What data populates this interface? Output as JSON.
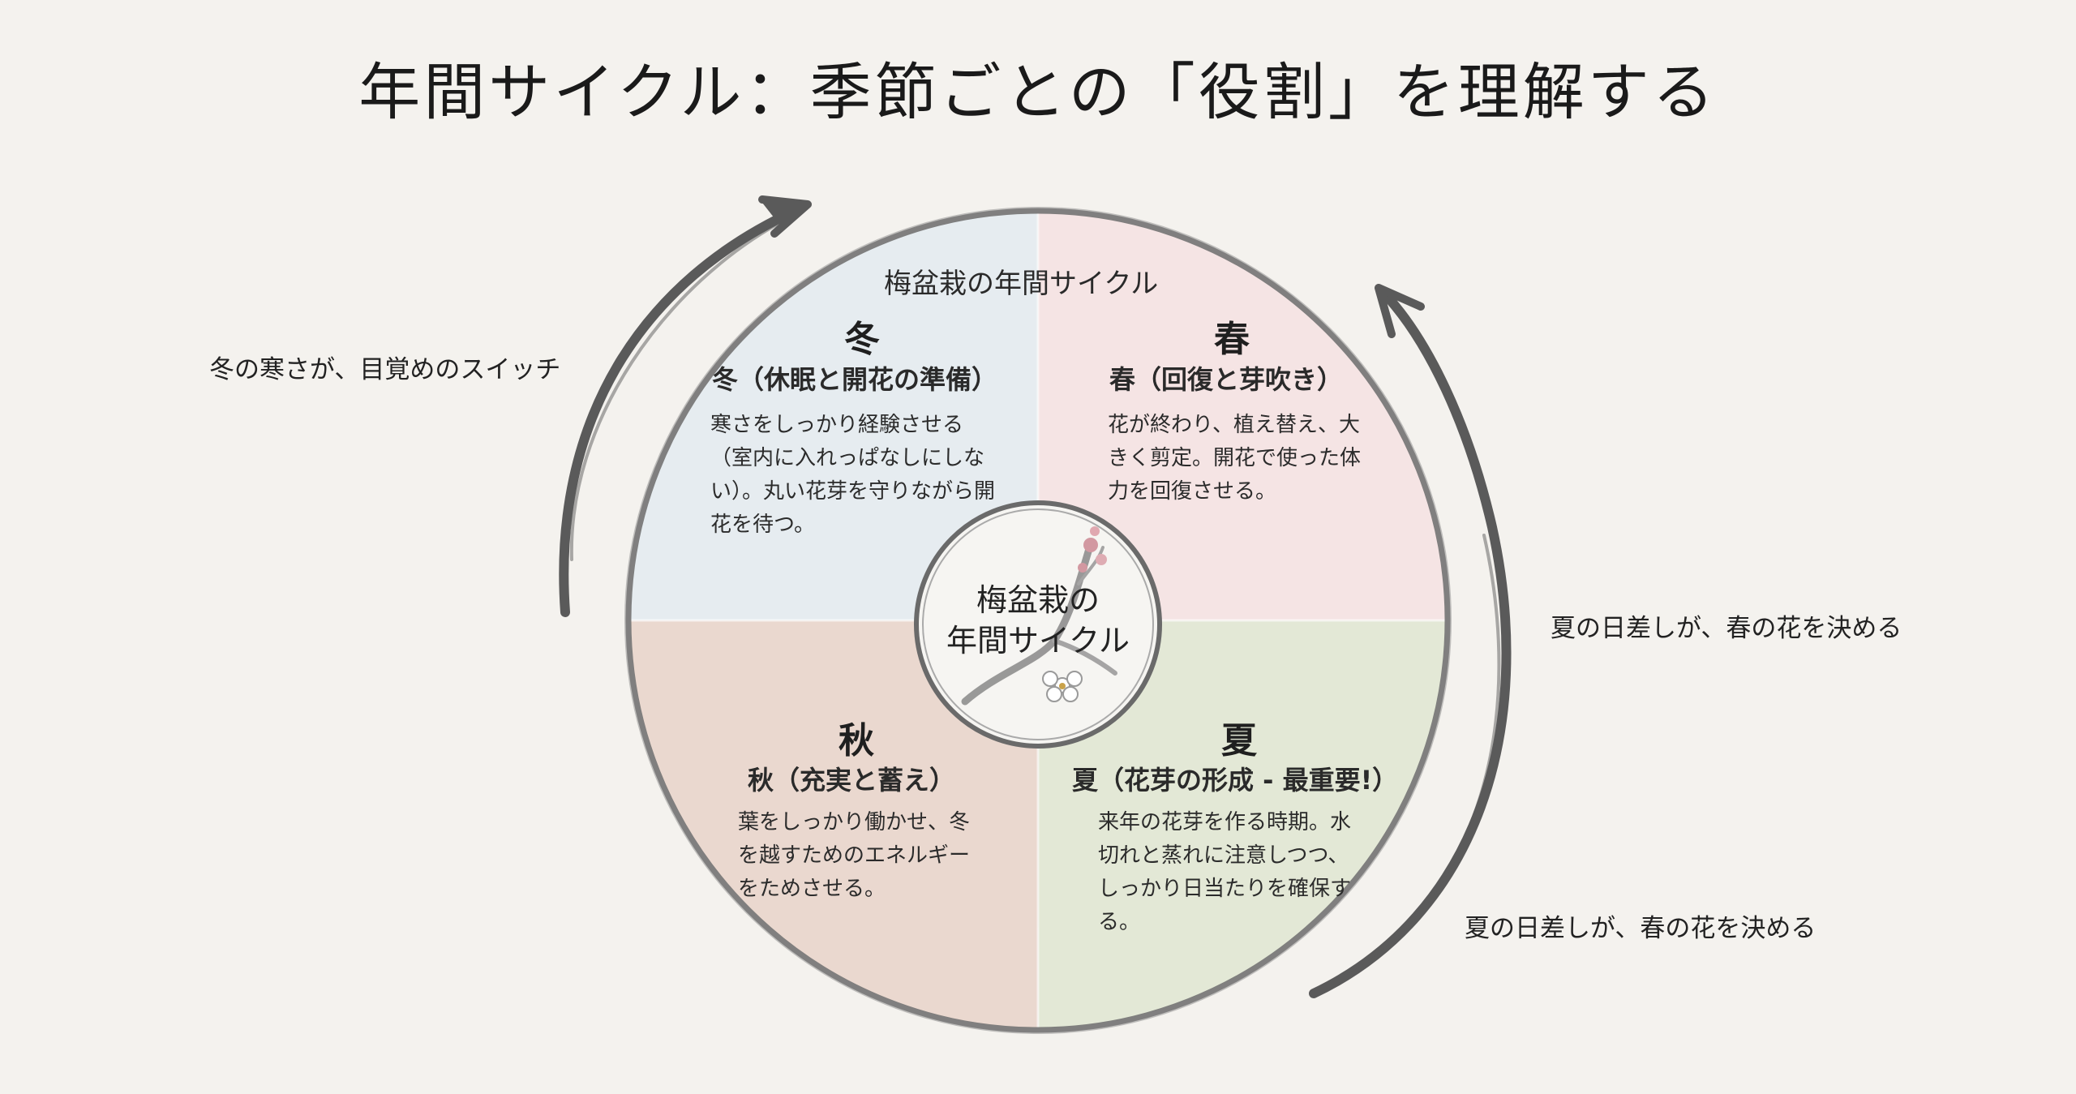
{
  "title": "年間サイクル：季節ごとの「役割」を理解する",
  "diagram": {
    "subtitle": "梅盆栽の年間サイクル",
    "center_label_line1": "梅盆栽の",
    "center_label_line2": "年間サイクル",
    "seasons": {
      "winter": {
        "char": "冬",
        "heading": "冬（休眠と開花の準備）",
        "desc": "寒さをしっかり経験させる（室内に入れっぱなしにしない）。丸い花芽を守りながら開花を待つ。",
        "color": "#e6ecf0"
      },
      "spring": {
        "char": "春",
        "heading": "春（回復と芽吹き）",
        "desc": "花が終わり、植え替え、大きく剪定。開花で使った体力を回復させる。",
        "color": "#f5e4e4"
      },
      "autumn": {
        "char": "秋",
        "heading": "秋（充実と蓄え）",
        "desc": "葉をしっかり働かせ、冬を越すためのエネルギーをためさせる。",
        "color": "#ead8cf"
      },
      "summer": {
        "char": "夏",
        "heading": "夏（花芽の形成 - 最重要!）",
        "desc": "来年の花芽を作る時期。水切れと蒸れに注意しつつ、しっかり日当たりを確保する。",
        "color": "#e3e8d6"
      }
    },
    "notes": {
      "left": "冬の寒さが、目覚めのスイッチ",
      "right_top": "夏の日差しが、春の花を決める",
      "right_bottom": "夏の日差しが、春の花を決める"
    },
    "arrow_color": "#5a5a5a",
    "icons": [
      "plum-branch-icon",
      "plum-blossom-icon"
    ]
  }
}
